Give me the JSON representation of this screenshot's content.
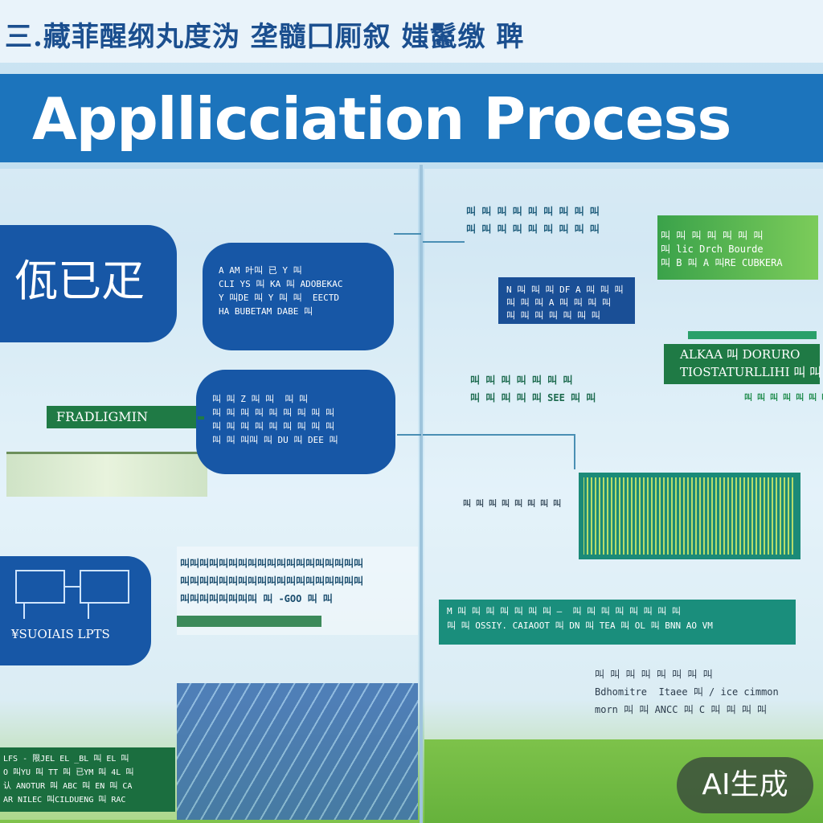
{
  "header": {
    "top_text": "三.藏菲醒纲丸度沩 垄髓囗厠叙 媸鬣缴 聛",
    "title": "Appllicciation Process"
  },
  "left_column": {
    "logo_pill_text": "佤已疋",
    "green_label": "FRADLIGMIN",
    "diagram_label": "¥SUOIAIS LPTS",
    "bottom_box_text": "LFS - 限JEL EL _BL 叫 EL 叫\nO 叫YU 叫 TT 叫 已YM 叫 4L 叫\n认 ANOTUR 叫 ABC 叫 EN 叫 CA\nAR NILEC 叫CILDUENG 叫 RAC"
  },
  "center_column": {
    "pill1_text": "A AM 叶叫 已 Y 叫\nCLI YS 叫 KA 叫 ADOBEKAC\nY 叫DE 叫 Y 叫 叫  EECTD\nHA BUBETAM DABE 叫",
    "pill2_text": "叫 叫 Z 叫 叫  叫 叫\n叫 叫 叫 叫 叫 叫 叫 叫 叫\n叫 叫 叫 叫 叫 叫 叫 叫 叫\n叫 叫 叫叫 叫 DU 叫 DEE 叫",
    "mid_text": "叫叫叫叫叫叫叫叫叫叫叫叫叫叫叫叫叫叫叫\n叫叫叫叫叫叫叫叫叫叫叫叫叫叫叫叫叫叫叫\n叫叫叫叫叫叫叫叫 叫 -GOO 叫 叫"
  },
  "right_column": {
    "label_top": "叫 叫 叫 叫 叫 叫 叫 叫 叫\n叫 叫 叫 叫 叫 叫 叫 叫 叫",
    "label_mid": "叫 叫 叫 叫 叫 叫 叫\n叫 叫 叫 叫 叫 SEE 叫 叫",
    "navy_box_text": "N 叫 叫 叫 DF A 叫 叫 叫\n叫 叫 叫 A 叫 叫 叫 叫\n叫 叫 叫 叫 叫 叫 叫",
    "far_right_text": "叫 叫 叫 叫 叫 叫 叫\n叫 lic Drch Bourde\n叫 B 叫 A 叫RE CUBKERA",
    "akau_text": "ALKAA 叫 DORURO\nTIOSTATURLLIHI 叫 叫",
    "green_text": "叫 叫 叫 叫 叫 叫 叫 叫",
    "chart_label": "叫 叫 叫 叫 叫 叫 叫 叫",
    "teal_text": "M 叫 叫 叫 叫 叫 叫 叫 —  叫 叫 叫 叫 叫 叫 叫 叫\n叫 叫 OSSIY. CAIAOOT 叫 DN 叫 TEA 叫 OL 叫 BNN AO VM",
    "bottom_text": "叫 叫 叫 叫 叫 叫 叫 叫\nBdhomitre  Itaee 叫 / ice cimmon\nmorn 叫 叫 ANCC 叫 C 叫 叫 叫 叫"
  },
  "watermark": "AI生成"
}
